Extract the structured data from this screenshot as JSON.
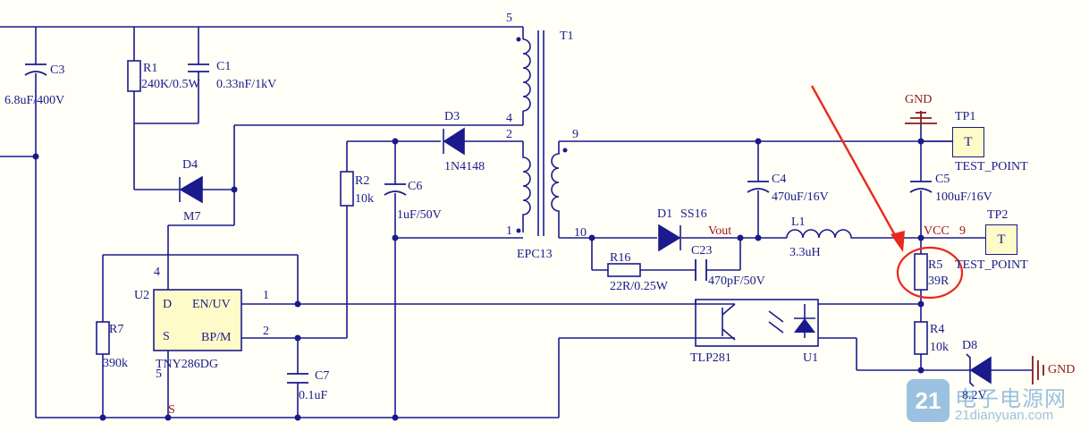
{
  "components": {
    "c3": {
      "ref": "C3",
      "value": "6.8uF/400V"
    },
    "r1": {
      "ref": "R1",
      "value": "240K/0.5W"
    },
    "c1": {
      "ref": "C1",
      "value": "0.33nF/1kV"
    },
    "t1": {
      "ref": "T1",
      "core": "EPC13",
      "pins": {
        "p5": "5",
        "p4": "4",
        "p2": "2",
        "p1": "1",
        "p9": "9",
        "p10": "10"
      }
    },
    "d3": {
      "ref": "D3",
      "value": "1N4148"
    },
    "d4": {
      "ref": "D4",
      "value": "M7"
    },
    "r2": {
      "ref": "R2",
      "value": "10k"
    },
    "c6": {
      "ref": "C6",
      "value": "1uF/50V"
    },
    "u2": {
      "ref": "U2",
      "value": "TNY286DG",
      "pin_d": "D",
      "pin_s": "S",
      "pin_en": "EN/UV",
      "pin_bp": "BP/M",
      "pin4": "4",
      "pin5": "5",
      "pin1": "1",
      "pin2": "2",
      "s_label": "S"
    },
    "r7": {
      "ref": "R7",
      "value": "390k"
    },
    "c7": {
      "ref": "C7",
      "value": "0.1uF"
    },
    "d1": {
      "ref": "D1",
      "value": "SS16"
    },
    "vout": "Vout",
    "r16": {
      "ref": "R16",
      "value": "22R/0.25W"
    },
    "c23": {
      "ref": "C23",
      "value": "470pF/50V"
    },
    "c4": {
      "ref": "C4",
      "value": "470uF/16V"
    },
    "l1": {
      "ref": "L1",
      "value": "3.3uH"
    },
    "c5": {
      "ref": "C5",
      "value": "100uF/16V"
    },
    "vcc": {
      "label": "VCC",
      "pin": "9"
    },
    "gnd_top": "GND",
    "gnd_right": "GND",
    "tp1": {
      "ref": "TP1",
      "text": "T",
      "value": "TEST_POINT"
    },
    "tp2": {
      "ref": "TP2",
      "text": "T",
      "value": "TEST_POINT"
    },
    "r5": {
      "ref": "R5",
      "value": "39R"
    },
    "r4": {
      "ref": "R4",
      "value": "10k"
    },
    "d8": {
      "ref": "D8",
      "value": "8.2V"
    },
    "u1": {
      "ref": "U1",
      "value": "TLP281"
    }
  },
  "watermark": {
    "number": "21",
    "chinese": "电子电源网",
    "url": "21dianyuan.com"
  },
  "colors": {
    "wire": "#1a1a8c",
    "annotation": "#e8281e",
    "net_label": "#a31515",
    "ic_fill": "#fffbc8",
    "watermark": "#4a8fd0"
  }
}
